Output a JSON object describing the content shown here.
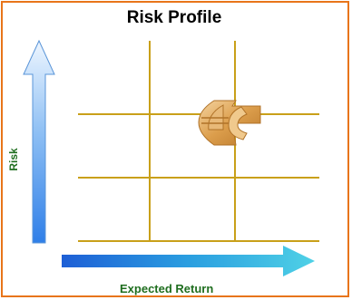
{
  "diagram": {
    "title": "Risk Profile",
    "y_axis_label": "Risk",
    "x_axis_label": "Expected Return",
    "colors": {
      "frame_border": "#e8751a",
      "grid_lines": "#c9a019",
      "axis_label_text": "#1f6e1f",
      "risk_arrow": "#3a86e6",
      "return_arrow": "#1a8fd6",
      "marker": "#d79a45"
    },
    "marker_icon": "currency-symbol-icon"
  }
}
